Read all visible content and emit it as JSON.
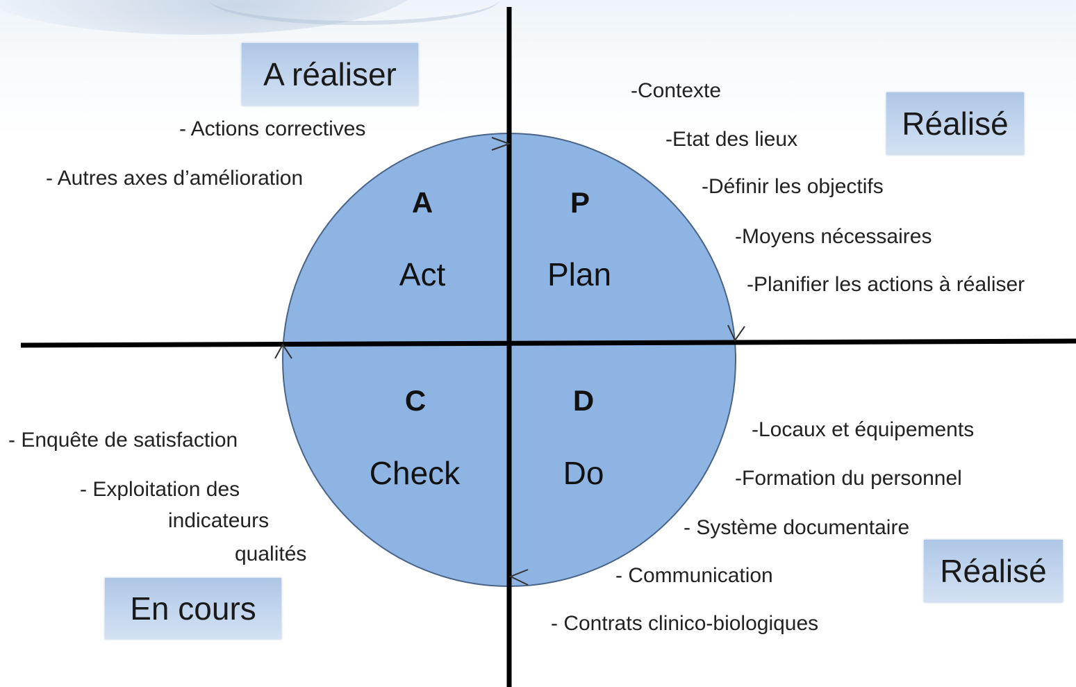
{
  "colors": {
    "circle_fill": "#8eb4e3",
    "axis": "#000000",
    "box_fill": "#bdd1ec"
  },
  "quadrants": {
    "act": {
      "letter": "A",
      "word": "Act"
    },
    "plan": {
      "letter": "P",
      "word": "Plan"
    },
    "check": {
      "letter": "C",
      "word": "Check"
    },
    "do": {
      "letter": "D",
      "word": "Do"
    }
  },
  "status": {
    "act": "A réaliser",
    "plan": "Réalisé",
    "do": "Réalisé",
    "check": "En cours"
  },
  "notes": {
    "act": [
      "- Actions correctives",
      "- Autres axes d’amélioration"
    ],
    "plan": [
      "-Contexte",
      "-Etat des lieux",
      "-Définir les objectifs",
      "-Moyens nécessaires",
      "-Planifier les actions à réaliser"
    ],
    "check": [
      "- Enquête de satisfaction",
      "- Exploitation des",
      "indicateurs",
      "qualités"
    ],
    "do": [
      "-Locaux et équipements",
      "-Formation du personnel",
      "- Système documentaire",
      "- Communication",
      "- Contrats clinico-biologiques"
    ]
  }
}
